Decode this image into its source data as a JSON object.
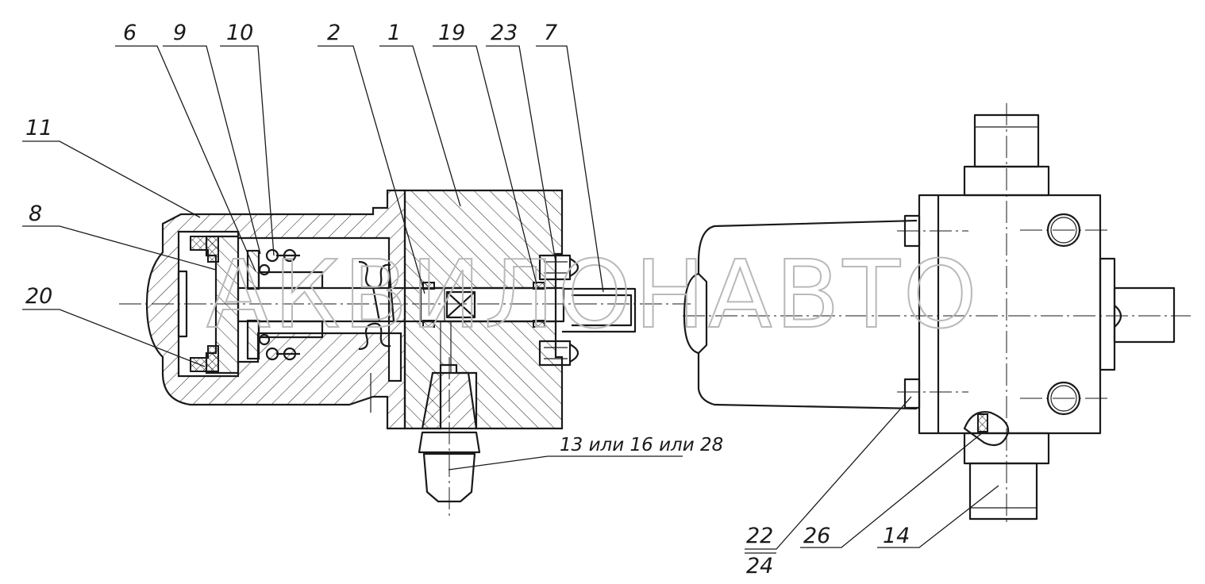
{
  "watermark": "АКВИЛОНАВТО",
  "callouts": {
    "c6": "6",
    "c9": "9",
    "c10": "10",
    "c2": "2",
    "c1": "1",
    "c19": "19",
    "c23": "23",
    "c7": "7",
    "c11": "11",
    "c8": "8",
    "c20": "20",
    "c13": "13 или 16 или 28",
    "c22": "22",
    "c24": "24",
    "c26": "26",
    "c14": "14"
  }
}
